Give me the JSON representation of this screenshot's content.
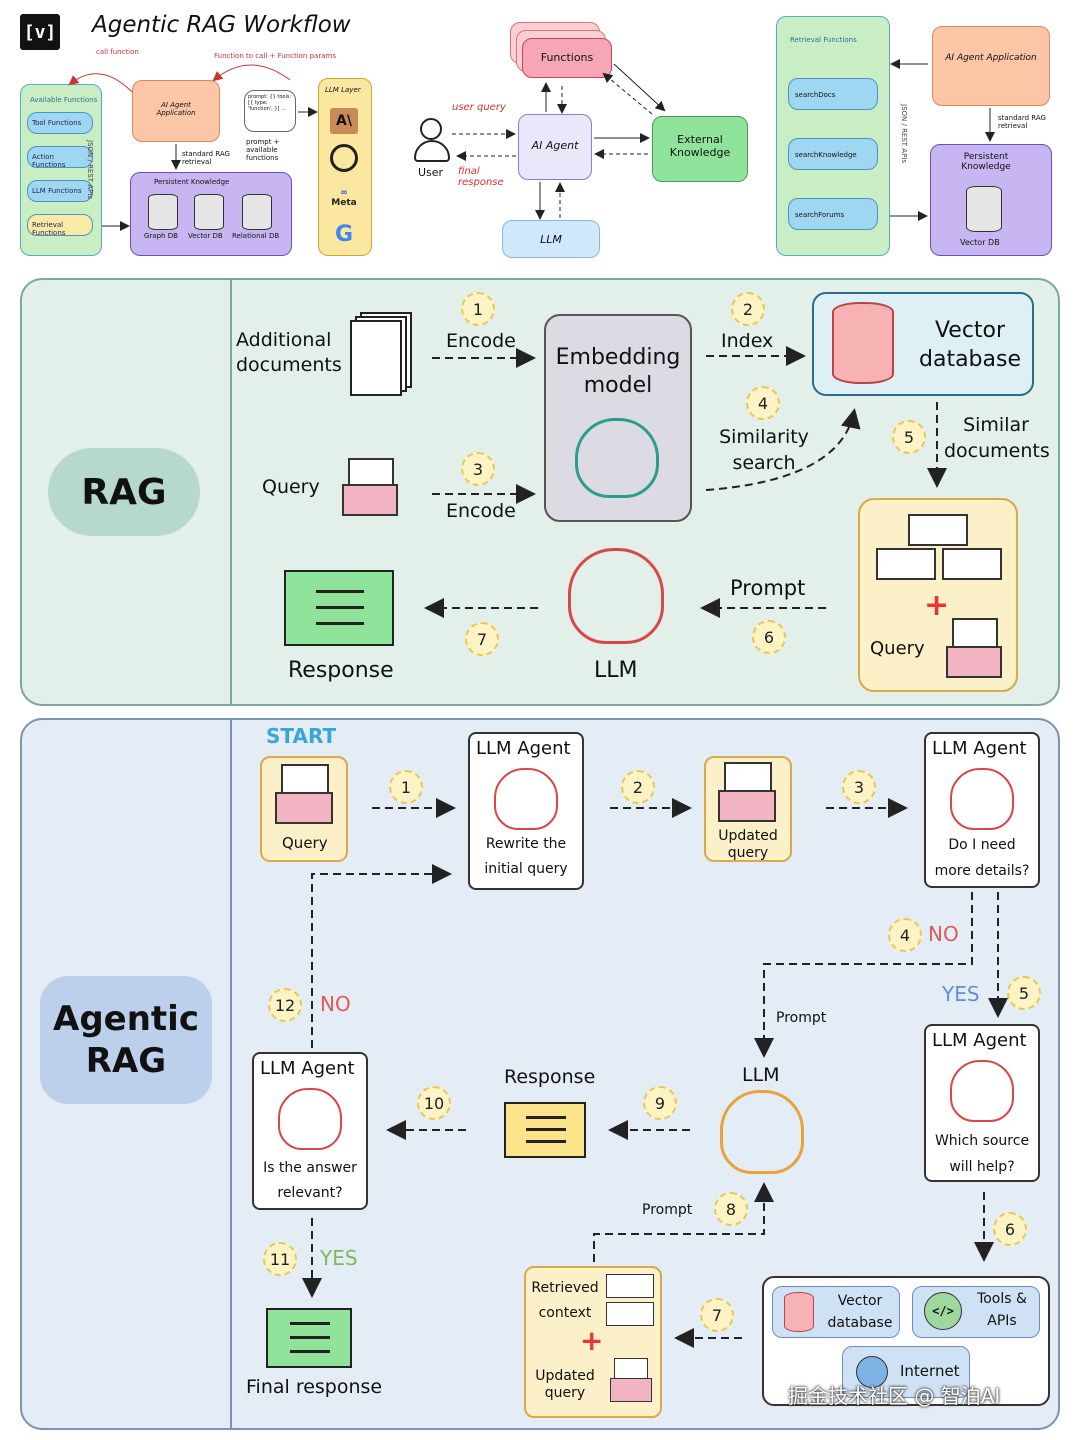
{
  "top": {
    "logo": "[v]",
    "title": "Agentic RAG Workflow",
    "left": {
      "call_function": "call function",
      "function_params": "Function to call + Function params",
      "available_functions": "Available Functions",
      "tool_functions": "Tool Functions",
      "action_functions": "Action Functions",
      "llm_functions": "LLM Functions",
      "retrieval_functions": "Retrieval Functions",
      "json_rest": "JSON / REST APIs",
      "ai_agent_app": "AI Agent Application",
      "standard_rag": "standard RAG retrieval",
      "prompt_code": "prompt: {} tools: [{ type: 'function', }] ...",
      "prompt_avail": "prompt + available functions",
      "llm_layer": "LLM Layer",
      "meta": "Meta",
      "persistent_knowledge": "Persistent Knowledge",
      "graph_db": "Graph DB",
      "vector_db": "Vector DB",
      "relational_db": "Relational DB"
    },
    "middle": {
      "functions": "Functions",
      "user_query": "user query",
      "ai_agent": "AI Agent",
      "external_knowledge": "External Knowledge",
      "user": "User",
      "final_response": "final response",
      "llm": "LLM"
    },
    "right": {
      "retrieval_functions": "Retrieval Functions",
      "search_docs": "searchDocs",
      "search_knowledge": "searchKnowledge",
      "search_forums": "searchForums",
      "json_rest": "JSON / REST APIs",
      "ai_agent_app": "AI Agent Application",
      "standard_rag": "standard RAG retrieval",
      "persistent_knowledge": "Persistent Knowledge",
      "vector_db": "Vector DB"
    }
  },
  "rag": {
    "label": "RAG",
    "additional_docs": "Additional documents",
    "encode1": "Encode",
    "n1": "1",
    "embedding_model": "Embedding model",
    "index": "Index",
    "n2": "2",
    "vector_database": "Vector database",
    "query": "Query",
    "encode2": "Encode",
    "n3": "3",
    "similarity_search": "Similarity search",
    "n4": "4",
    "similar_documents": "Similar documents",
    "n5": "5",
    "response": "Response",
    "n7": "7",
    "llm": "LLM",
    "prompt": "Prompt",
    "n6": "6",
    "query2": "Query"
  },
  "agentic": {
    "label": "Agentic RAG",
    "start": "START",
    "query": "Query",
    "n1": "1",
    "agent1_title": "LLM Agent",
    "agent1_text": "Rewrite the initial query",
    "n2": "2",
    "updated_query": "Updated query",
    "n3": "3",
    "agent2_title": "LLM Agent",
    "agent2_text": "Do I need more details?",
    "n4": "4",
    "no1": "NO",
    "yes1": "YES",
    "n5": "5",
    "prompt1": "Prompt",
    "llm": "LLM",
    "agent3_title": "LLM Agent",
    "agent3_text": "Which source will help?",
    "n12": "12",
    "no2": "NO",
    "agent4_title": "LLM Agent",
    "agent4_text": "Is the answer relevant?",
    "n10": "10",
    "response": "Response",
    "n9": "9",
    "prompt2": "Prompt",
    "n8": "8",
    "n6": "6",
    "n11": "11",
    "yes2": "YES",
    "final_response": "Final response",
    "retrieved_context": "Retrieved context",
    "updated_query2": "Updated query",
    "n7": "7",
    "vector_database": "Vector database",
    "tools_apis": "Tools & APIs",
    "internet": "Internet"
  },
  "watermark": "掘金技术社区 @ 智泊AI",
  "colors": {
    "rag_bg": "#e3efe9",
    "agentic_bg": "#e4ecf6",
    "rag_pill": "#b7d8cc",
    "agentic_pill": "#bcd0ec",
    "brain_green": "#2a9d8f",
    "brain_red": "#d94848",
    "brain_yellow": "#e8a23a",
    "number_fill": "#fdf3c4",
    "pink": "#f2b3c2",
    "yellow_card": "#fbf0c8",
    "green_card": "#8fe39b",
    "start_blue": "#3aa6d8",
    "no_red": "#e05a5a",
    "yes_green": "#7bb960",
    "yes_blue": "#5b8fd8"
  }
}
